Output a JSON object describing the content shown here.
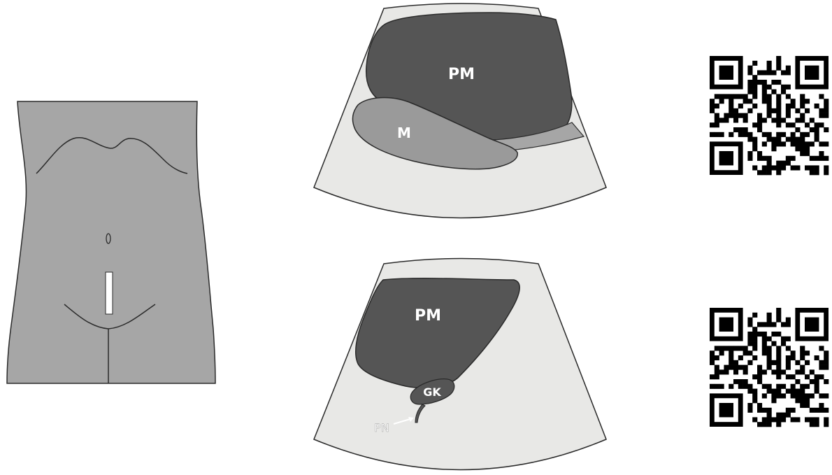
{
  "figure": {
    "body_panel": {
      "description_icons": [
        "torso-outline",
        "navel",
        "probe-marker"
      ]
    },
    "top_scan": {
      "labels": {
        "pm": "PM",
        "m": "M"
      }
    },
    "bottom_scan": {
      "labels": {
        "pm": "PM",
        "gk": "GK",
        "pn": "PN"
      }
    },
    "qr_codes": [
      "qr-code-icon",
      "qr-code-icon"
    ]
  },
  "colors": {
    "background": "#ffffff",
    "torso": "#a6a6a6",
    "scan_field": "#e8e8e6",
    "pm_dark": "#555555",
    "m_mid": "#9a9a9a",
    "outline": "#2a2a2a",
    "probe": "#ffffff"
  }
}
